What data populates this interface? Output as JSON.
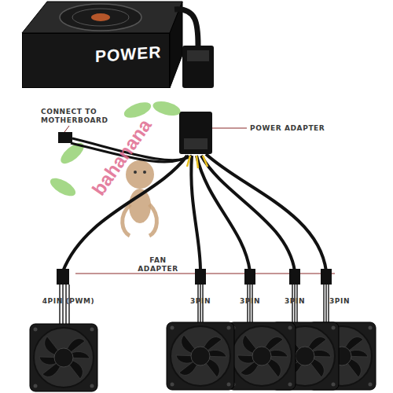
{
  "diagram": {
    "nodes": [
      {
        "text": [
          "POWER"
        ]
      }
    ],
    "labels": [
      "CONNECT TO MOTHERBOARD",
      "POWER ADAPTER",
      "FAN ADAPTER",
      "4PIN (PWM)",
      "3PIN",
      "3PIN",
      "3PIN",
      "3PIN",
      "bahanana"
    ]
  }
}
